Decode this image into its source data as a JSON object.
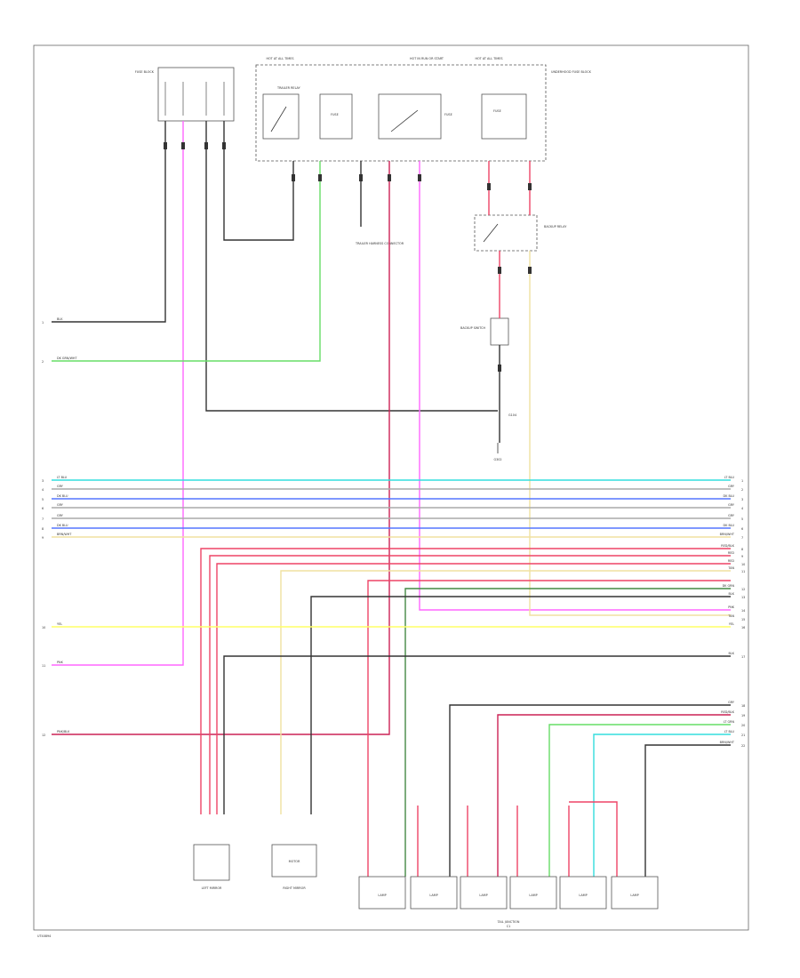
{
  "diagram": {
    "page_code": "UT40894",
    "colors": {
      "black": "#333333",
      "pink": "#ff66ff",
      "green": "#66dd66",
      "lt_blue": "#33dddd",
      "blue": "#5577ff",
      "gray": "#aaaaaa",
      "tan": "#f0e0a0",
      "red": "#ee4466",
      "yellow": "#ffff66",
      "dk_red": "#cc2255",
      "dk_green": "#448844"
    },
    "labels": {
      "fuse_block": "FUSE BLOCK",
      "hot_at_all_times_1": "HOT AT ALL TIMES",
      "hot_in_run_start": "HOT IN RUN OR START",
      "hot_at_all_times_2": "HOT AT ALL TIMES",
      "underhood_fuse_block": "UNDERHOOD FUSE BLOCK",
      "trailer_relay": "TRAILER RELAY",
      "fuse_1": "FUSE",
      "fuse_2": "FUSE",
      "fuse_3": "FUSE",
      "backup_relay": "BACKUP RELAY",
      "ground_1": "G104",
      "ground_2": "G302",
      "backup_switch": "BACKUP SWITCH",
      "harness_connector": "TRAILER HARNESS CONNECTOR",
      "left_mirror": "LEFT MIRROR",
      "right_mirror": "RIGHT MIRROR",
      "motor_label": "MOTOR",
      "tail_junction": "TAIL JUNCTION",
      "tail_junction_sub": "C1",
      "lamp_label": "LAMP"
    },
    "left_wires": [
      {
        "pin": "1",
        "label": "BLK"
      },
      {
        "pin": "2",
        "label": "DK GRN/WHT"
      },
      {
        "pin": "3",
        "label": "LT BLU"
      },
      {
        "pin": "4",
        "label": "GRY"
      },
      {
        "pin": "5",
        "label": "DK BLU"
      },
      {
        "pin": "6",
        "label": "GRY"
      },
      {
        "pin": "7",
        "label": "GRY"
      },
      {
        "pin": "8",
        "label": "DK BLU"
      },
      {
        "pin": "9",
        "label": "BRN/WHT"
      },
      {
        "pin": "10",
        "label": "YEL"
      },
      {
        "pin": "11",
        "label": "PNK"
      },
      {
        "pin": "12",
        "label": "PNK/BLK"
      }
    ],
    "right_wires": [
      {
        "pin": "1",
        "label": "LT BLU"
      },
      {
        "pin": "2",
        "label": "GRY"
      },
      {
        "pin": "3",
        "label": "DK BLU"
      },
      {
        "pin": "4",
        "label": "GRY"
      },
      {
        "pin": "5",
        "label": "GRY"
      },
      {
        "pin": "6",
        "label": "DK BLU"
      },
      {
        "pin": "7",
        "label": "BRN/WHT"
      },
      {
        "pin": "8",
        "label": "RED/BLK"
      },
      {
        "pin": "9",
        "label": "RED"
      },
      {
        "pin": "10",
        "label": "RED"
      },
      {
        "pin": "11",
        "label": "TAN"
      },
      {
        "pin": "12",
        "label": "DK GRN"
      },
      {
        "pin": "13",
        "label": "BLK"
      },
      {
        "pin": "14",
        "label": "PNK"
      },
      {
        "pin": "15",
        "label": "TAN"
      },
      {
        "pin": "16",
        "label": "YEL"
      },
      {
        "pin": "17",
        "label": "BLK"
      },
      {
        "pin": "18",
        "label": "GRY"
      },
      {
        "pin": "19",
        "label": "RED/BLK"
      },
      {
        "pin": "20",
        "label": "LT GRN"
      },
      {
        "pin": "21",
        "label": "LT BLU"
      },
      {
        "pin": "22",
        "label": "BRN/WHT"
      }
    ],
    "lamps": [
      {
        "label": "LAMP"
      },
      {
        "label": "LAMP"
      },
      {
        "label": "LAMP"
      },
      {
        "label": "LAMP"
      },
      {
        "label": "LAMP"
      },
      {
        "label": "LAMP"
      }
    ]
  }
}
